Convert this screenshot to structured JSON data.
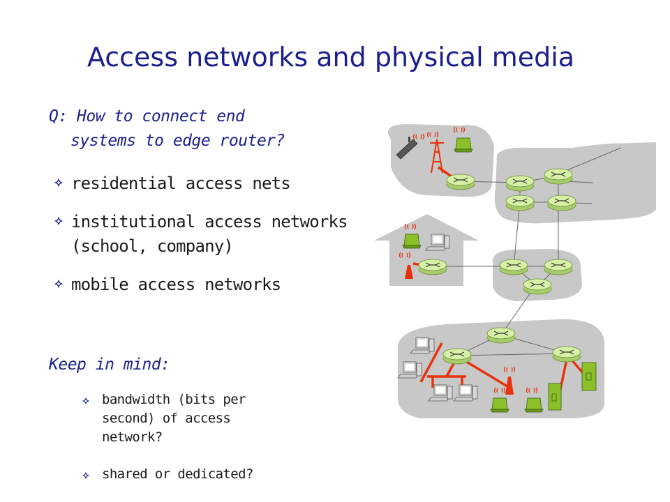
{
  "slide": {
    "title": "Access networks and physical media",
    "question_line1": "Q: How to connect end",
    "question_line2": "systems to edge router?",
    "bullets": [
      "residential access nets",
      "institutional access networks (school, company)",
      "mobile access networks"
    ],
    "keep_in_mind": "Keep in mind:",
    "sub_bullets": [
      "bandwidth (bits per second) of access network?",
      "shared or dedicated?"
    ]
  },
  "colors": {
    "title": "#1b1f8c",
    "access_link": "#e8320c",
    "cloud": "#c8c8c8",
    "router": "#c9ec8c",
    "device": "#8cc02a"
  },
  "icons": [
    "router-icon",
    "laptop-icon",
    "desktop-icon",
    "cellphone-icon",
    "cell-tower-icon",
    "server-icon",
    "wireless-signal-icon",
    "bullet-diamond-icon"
  ]
}
